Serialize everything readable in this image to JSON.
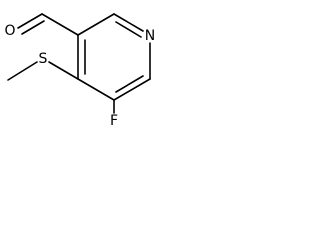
{
  "molecule": {
    "atoms": {
      "aldehyde_oxygen": "O",
      "ring_nitrogen": "N",
      "sulfur": "S",
      "fluorine": "F"
    }
  },
  "colors": {
    "bond": "#000000",
    "background": "#ffffff"
  }
}
